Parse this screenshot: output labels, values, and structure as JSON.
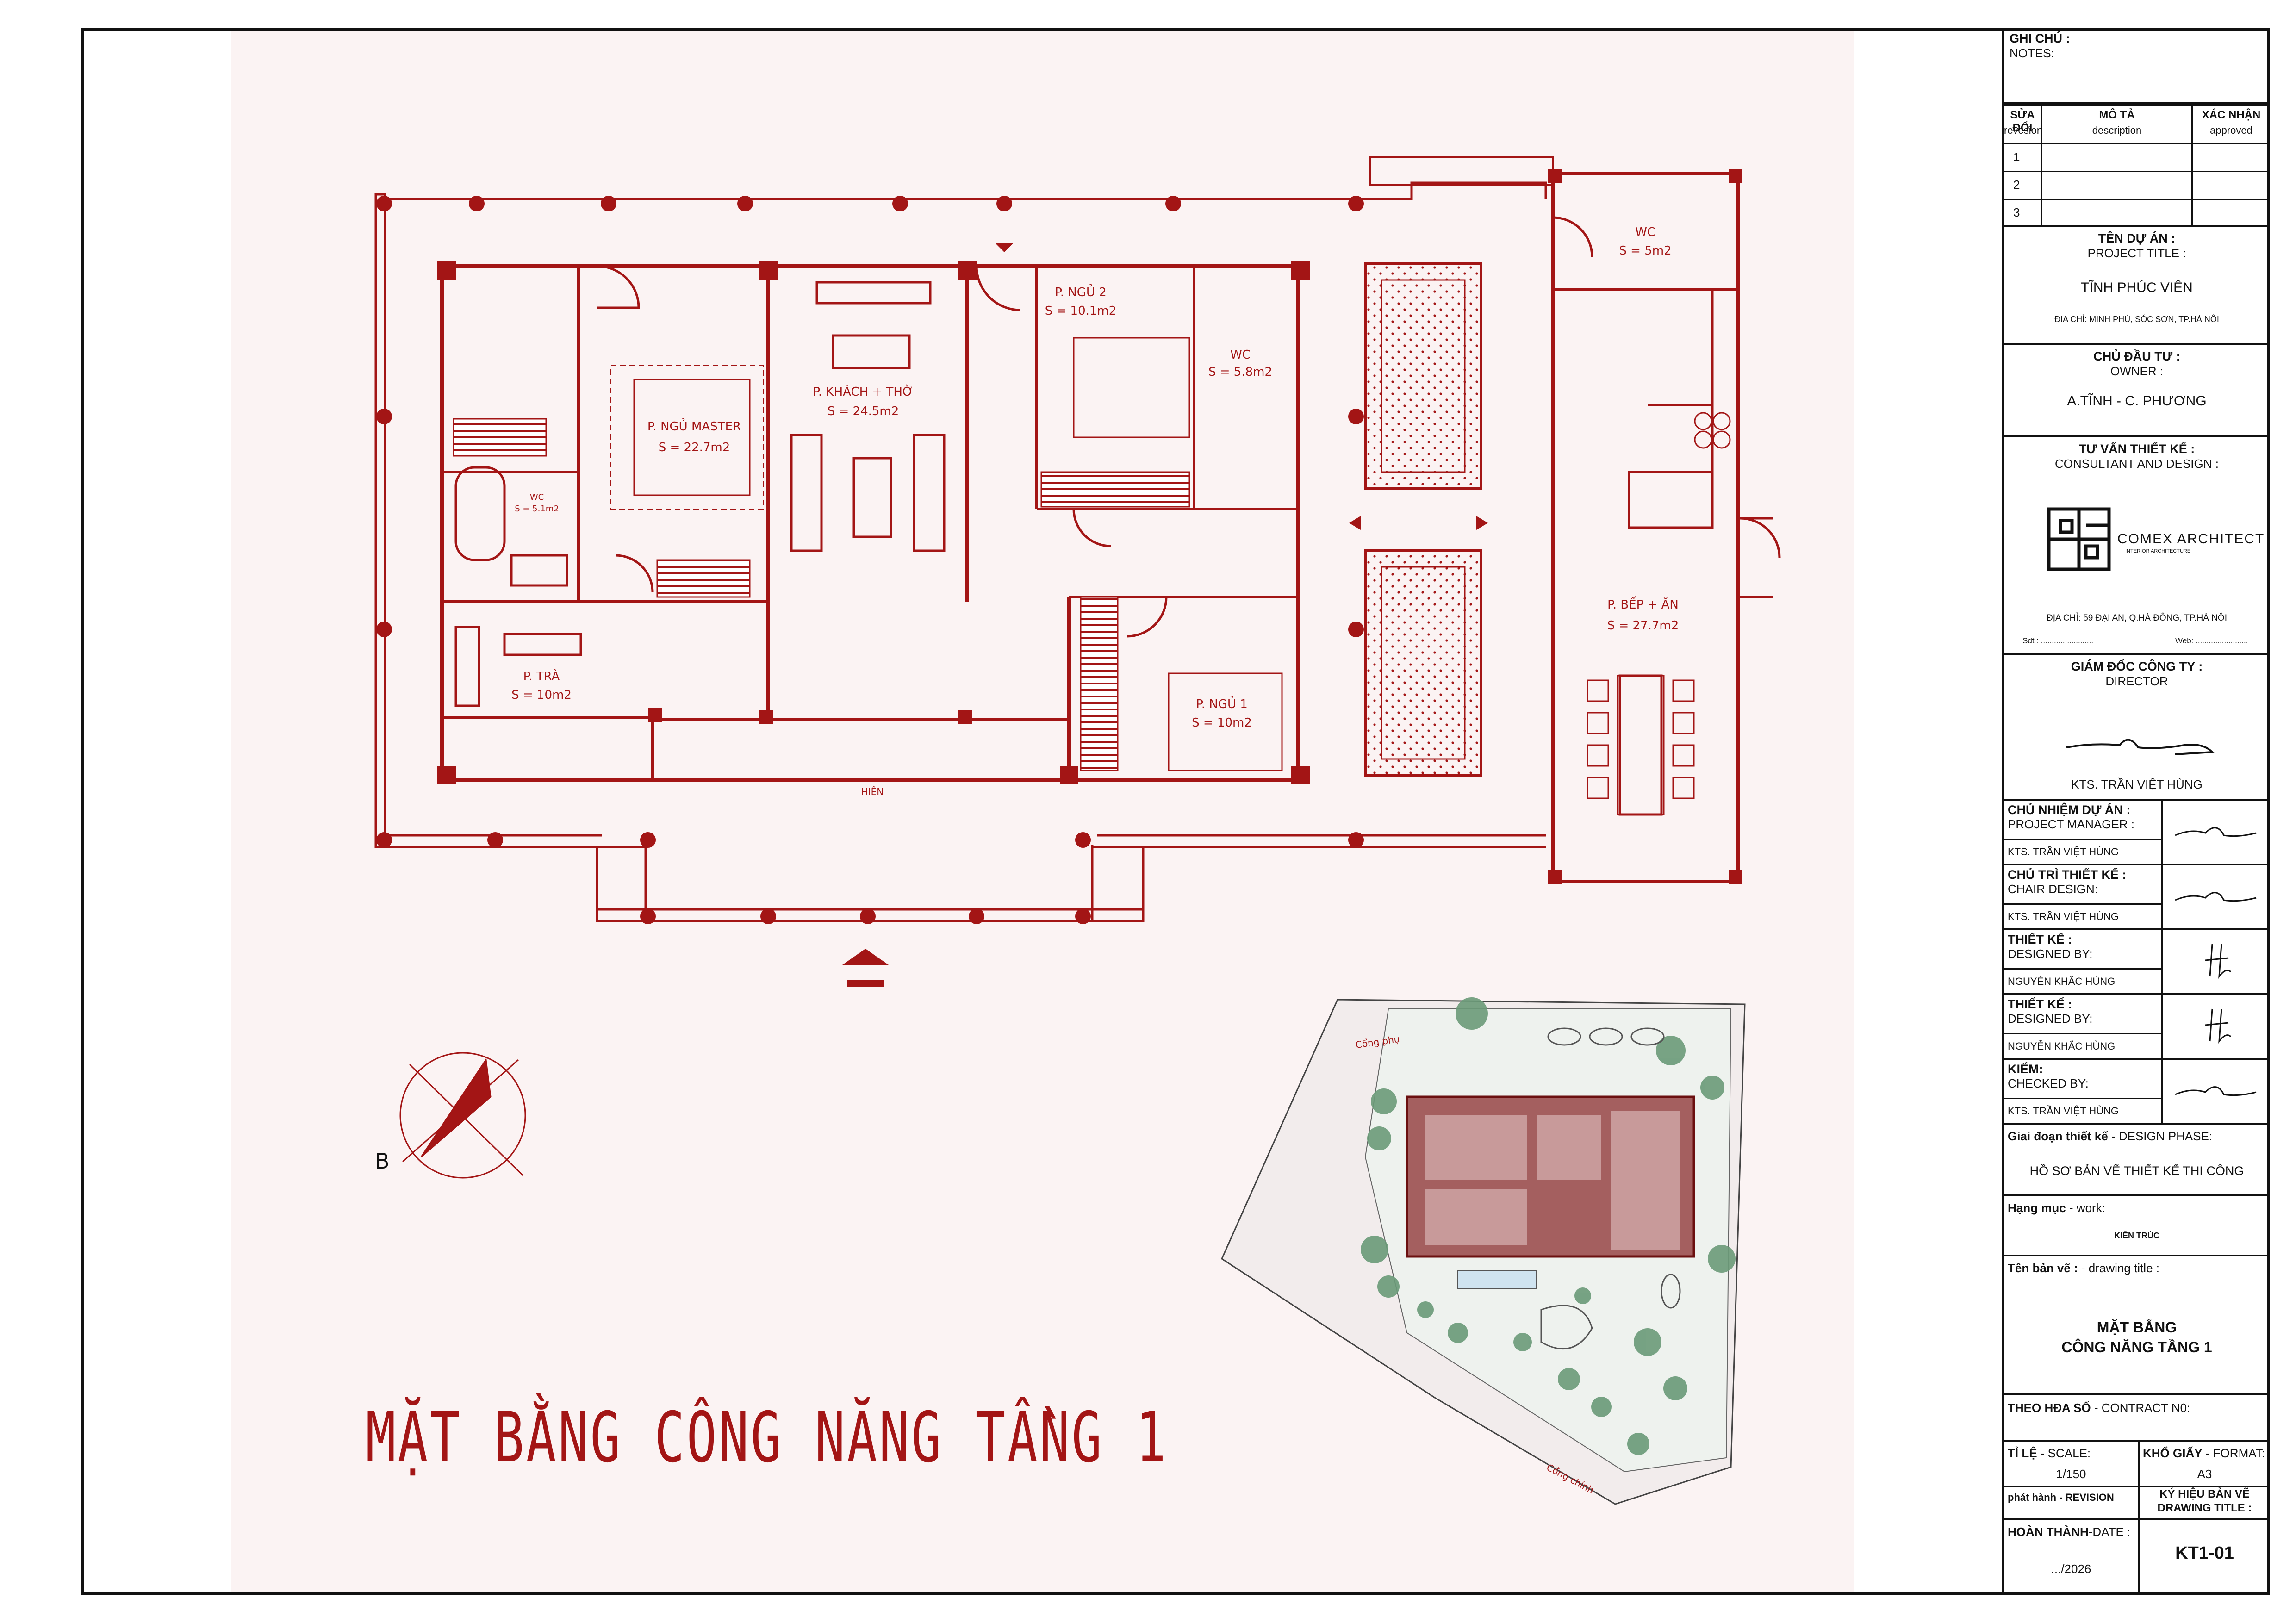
{
  "drawing": {
    "main_title": "MẶT BẰNG CÔNG NĂNG TẦNG 1",
    "north_label": "B",
    "rooms": [
      {
        "name": "P. NGỦ MASTER",
        "area": "S = 22.7m2"
      },
      {
        "name": "P. KHÁCH + THỜ",
        "area": "S = 24.5m2"
      },
      {
        "name": "P. NGỦ 2",
        "area": "S = 10.1m2"
      },
      {
        "name": "WC",
        "area": "S = 5.8m2"
      },
      {
        "name": "WC",
        "area": "S = 5.1m2"
      },
      {
        "name": "P. TRÀ",
        "area": "S = 10m2"
      },
      {
        "name": "P. NGỦ 1",
        "area": "S = 10m2"
      },
      {
        "name": "WC",
        "area": "S = 5m2"
      },
      {
        "name": "P. BẾP + ĂN",
        "area": "S = 27.7m2"
      }
    ],
    "porch_label": "HIÊN",
    "site_labels": {
      "side_gate": "Cổng phụ",
      "main_gate": "Cổng chính"
    },
    "colors": {
      "line": "#a31515",
      "paper": "#fbf3f3"
    }
  },
  "titleblock": {
    "notes_label": "GHI CHÚ :",
    "notes_sub": "NOTES:",
    "revision_headers": [
      {
        "vi": "SỬA ĐỔI",
        "en": "revesion"
      },
      {
        "vi": "MÔ TẢ",
        "en": "description"
      },
      {
        "vi": "XÁC NHẬN",
        "en": "approved"
      }
    ],
    "revision_rows": [
      "1",
      "2",
      "3"
    ],
    "project_label": "TÊN DỰ ÁN :",
    "project_sub": "PROJECT TITLE :",
    "project_name": "TĨNH PHÚC VIÊN",
    "project_address": "ĐỊA CHỈ: MINH PHÚ, SÓC SƠN, TP.HÀ NỘI",
    "owner_label": "CHỦ ĐẦU TƯ :",
    "owner_sub": "OWNER :",
    "owner_name": "A.TĨNH - C. PHƯƠNG",
    "consultant_label": "TƯ VẤN THIẾT KẾ :",
    "consultant_sub": "CONSULTANT AND DESIGN :",
    "logo_name": "COMEX ARCHITECT",
    "logo_tag": "INTERIOR     ARCHITECTURE",
    "consultant_address": "ĐỊA CHỈ: 59 ĐẠI AN, Q.HÀ ĐÔNG, TP.HÀ NỘI",
    "phone_label": "Sdt : ........................",
    "web_label": "Web: ........................",
    "director_label": "GIÁM ĐỐC CÔNG TY :",
    "director_sub": "DIRECTOR",
    "director_name": "KTS. TRẦN VIỆT HÙNG",
    "roles": [
      {
        "label": "CHỦ NHIỆM DỰ ÁN :",
        "sub": "PROJECT  MANAGER :",
        "name": "KTS. TRẦN VIỆT HÙNG"
      },
      {
        "label": "CHỦ TRÌ THIẾT KẾ :",
        "sub": "CHAIR DESIGN:",
        "name": "KTS. TRẦN VIỆT HÙNG"
      },
      {
        "label": "THIẾT KẾ :",
        "sub": "DESIGNED BY:",
        "name": "NGUYỄN KHẮC HÙNG"
      },
      {
        "label": "THIẾT KẾ :",
        "sub": "DESIGNED BY:",
        "name": "NGUYỄN KHẮC HÙNG"
      },
      {
        "label": "KIỂM:",
        "sub": "CHECKED BY:",
        "name": "KTS. TRẦN VIỆT HÙNG"
      }
    ],
    "phase_label": "Giai đoạn thiết kế",
    "phase_sub": " - DESIGN PHASE:",
    "phase_value": "HỒ SƠ BẢN VẼ THIẾT KẾ THI CÔNG",
    "work_label": "Hạng mục",
    "work_sub": " - work:",
    "work_value": "KIẾN TRÚC",
    "drawing_title_label": "Tên bản vẽ :",
    "drawing_title_sub": " - drawing title :",
    "drawing_title_line1": "MẶT BẰNG",
    "drawing_title_line2": "CÔNG NĂNG TẦNG 1",
    "contract_label": "THEO HĐA SỐ",
    "contract_sub": " - CONTRACT N0:",
    "scale_label": "TỈ LỆ",
    "scale_sub": " - SCALE:",
    "scale_value": "1/150",
    "format_label": "KHỔ GIẤY",
    "format_sub": " - FORMAT:",
    "format_value": "A3",
    "revision_label": "phát hành - REVISION",
    "sheet_code_label": "KÝ HIỆU BẢN VẼ",
    "sheet_code_sub": "DRAWING TITLE :",
    "date_label": "HOÀN THÀNH",
    "date_sub": "-DATE :",
    "date_value": ".../2026",
    "sheet_code": "KT1-01"
  }
}
